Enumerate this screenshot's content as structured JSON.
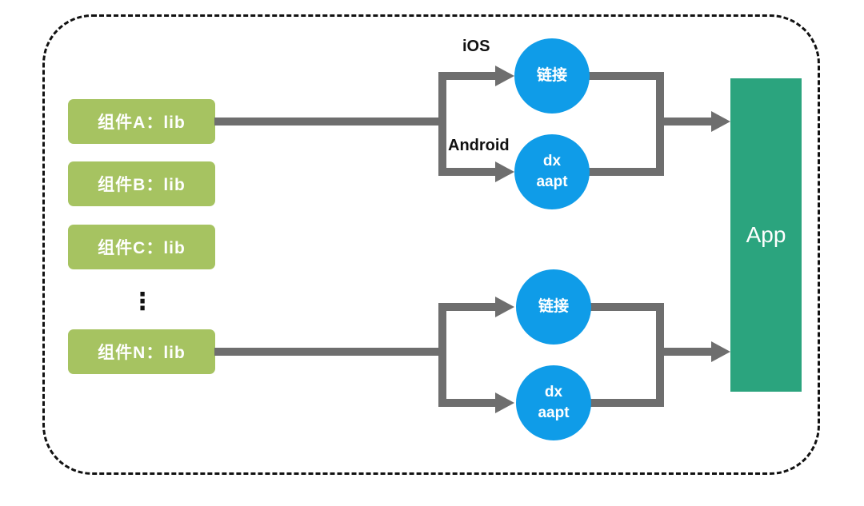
{
  "diagram": {
    "type": "build-pipeline-flow",
    "colors": {
      "component_green": "#a6c361",
      "process_blue": "#0f9ce8",
      "app_teal": "#2ba47e",
      "connector_gray": "#6e6e6e",
      "border_black": "#111111",
      "label_black": "#111111"
    },
    "components": [
      {
        "label": "组件A：lib"
      },
      {
        "label": "组件B：lib"
      },
      {
        "label": "组件C：lib"
      },
      {
        "label": "组件N：lib"
      }
    ],
    "ellipsis": "⋮",
    "top_pipeline": {
      "ios_label": "iOS",
      "android_label": "Android",
      "nodes": [
        {
          "label": "链接"
        },
        {
          "label": "dx\naapt"
        }
      ]
    },
    "bottom_pipeline": {
      "nodes": [
        {
          "label": "链接"
        },
        {
          "label": "dx\naapt"
        }
      ]
    },
    "app": {
      "label": "App"
    }
  }
}
